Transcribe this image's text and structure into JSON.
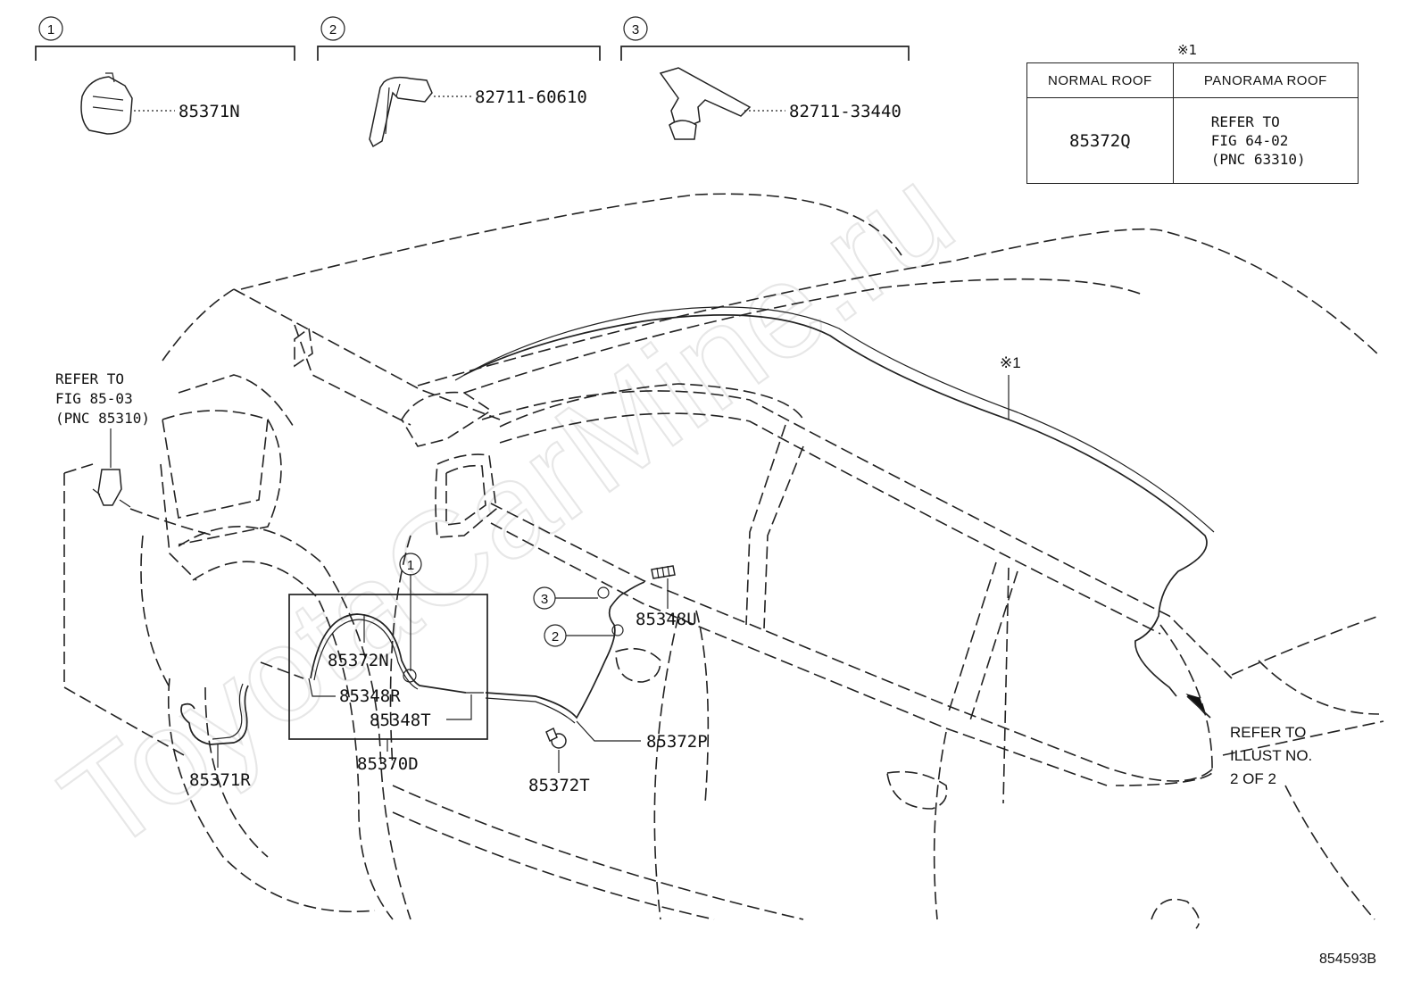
{
  "header_groups": [
    {
      "number": "1",
      "part": "85371N"
    },
    {
      "number": "2",
      "part": "82711-60610"
    },
    {
      "number": "3",
      "part": "82711-33440"
    }
  ],
  "note_table": {
    "mark": "※1",
    "col1_header": "NORMAL ROOF",
    "col2_header": "PANORAMA ROOF",
    "col1_value": "85372Q",
    "col2_lines": [
      "REFER TO",
      "FIG 64-02",
      "(PNC 63310)"
    ]
  },
  "refer_fig": [
    "REFER TO",
    "FIG 85-03",
    "(PNC 85310)"
  ],
  "refer_illust": [
    "REFER TO",
    "ILLUST NO.",
    "2 OF 2"
  ],
  "roof_mark": "※1",
  "callout_numbers": {
    "c1": "1",
    "c2": "2",
    "c3": "3"
  },
  "labels": {
    "p85372N": "85372N",
    "p85348R": "85348R",
    "p85348T": "85348T",
    "p85370D": "85370D",
    "p85371R": "85371R",
    "p85348U": "85348U",
    "p85372P": "85372P",
    "p85372T": "85372T"
  },
  "watermark": "ToyotaCarMine.ru",
  "diagram_id": "854593B"
}
